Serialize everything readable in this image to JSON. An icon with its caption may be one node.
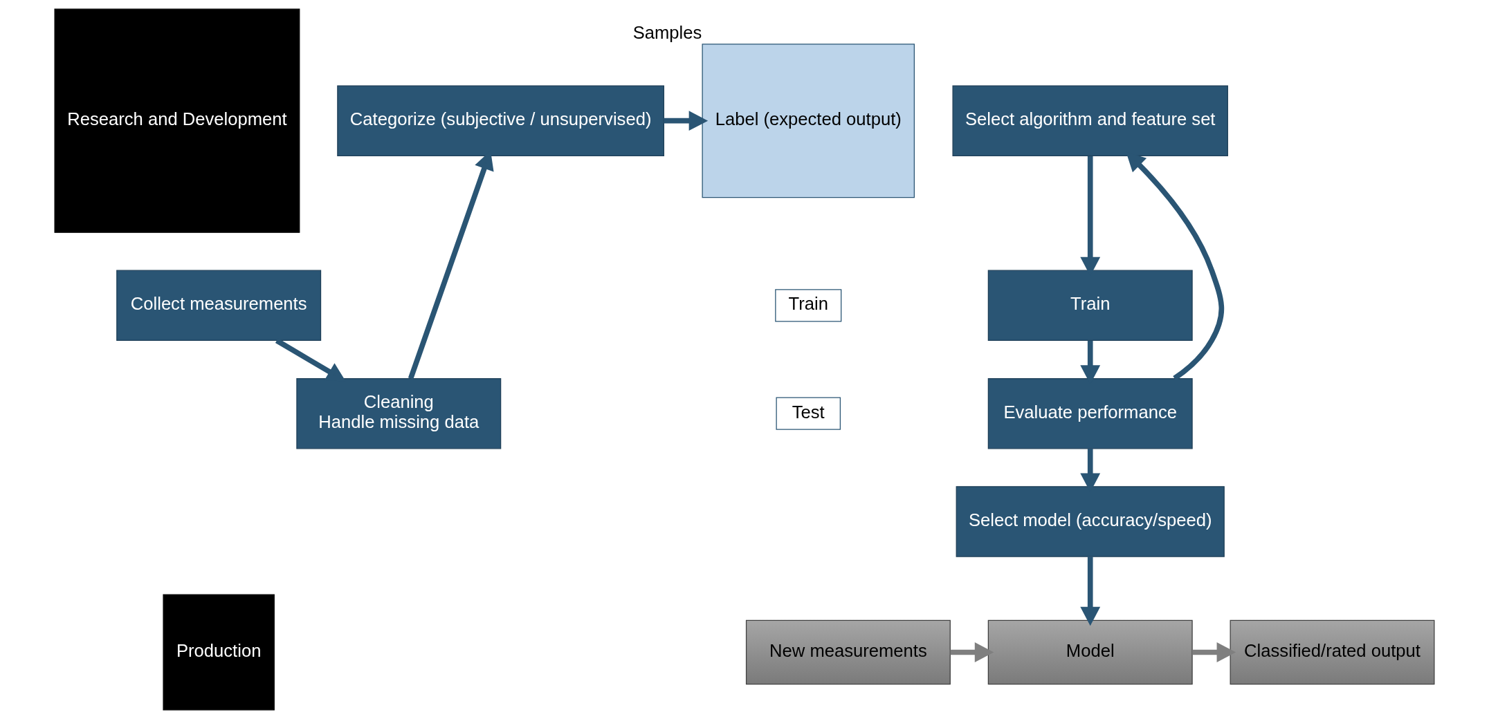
{
  "diagram": {
    "nodes": [
      {
        "text": [
          "Research and Development"
        ]
      },
      {
        "text": [
          "Production"
        ]
      },
      {
        "text": [
          "Collect measurements"
        ]
      },
      {
        "text": [
          "Cleaning",
          "Handle missing data"
        ]
      },
      {
        "text": [
          "Categorize (subjective / unsupervised)"
        ]
      },
      {
        "text": [
          "Label (expected output)"
        ],
        "beside": [
          "Samples"
        ]
      },
      {
        "text": [
          "Train"
        ]
      },
      {
        "text": [
          "Test"
        ]
      },
      {
        "text": [
          "Select algorithm and feature set"
        ]
      },
      {
        "text": [
          "Train"
        ]
      },
      {
        "text": [
          "Evaluate performance"
        ]
      },
      {
        "text": [
          "Select model (accuracy/speed)"
        ]
      },
      {
        "text": [
          "New measurements"
        ]
      },
      {
        "text": [
          "Model"
        ]
      },
      {
        "text": [
          "Classified/rated output"
        ]
      }
    ],
    "edges": [
      {
        "from": 2,
        "to": 3,
        "arrow": "to"
      },
      {
        "from": 3,
        "to": 4,
        "arrow": "to"
      },
      {
        "from": 4,
        "to": 5,
        "arrow": "to"
      },
      {
        "from": 8,
        "to": 9,
        "arrow": "to"
      },
      {
        "from": 9,
        "to": 10,
        "arrow": "to"
      },
      {
        "from": 10,
        "to": 8,
        "arrow": "to"
      },
      {
        "from": 10,
        "to": 11,
        "arrow": "to"
      },
      {
        "from": 11,
        "to": 13,
        "arrow": "to"
      },
      {
        "from": 12,
        "to": 13,
        "arrow": "to",
        "color": "#7f7f7f"
      },
      {
        "from": 13,
        "to": 14,
        "arrow": "to",
        "color": "#7f7f7f"
      }
    ]
  }
}
